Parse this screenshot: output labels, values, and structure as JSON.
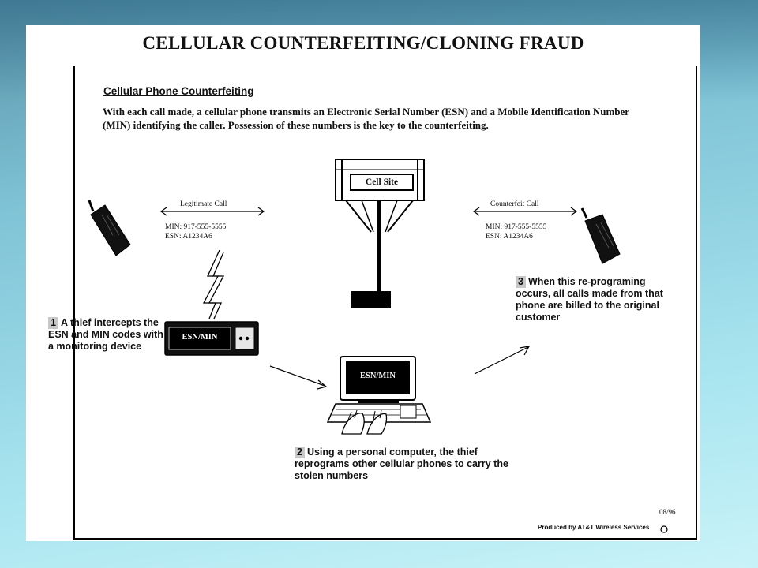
{
  "document": {
    "title": "CELLULAR COUNTERFEITING/CLONING FRAUD",
    "subtitle": "Cellular Phone Counterfeiting",
    "intro": "With each call made, a cellular phone transmits an Electronic Serial Number (ESN) and a Mobile Identification Number (MIN) identifying the caller. Possession of these numbers is the key to the counterfeiting."
  },
  "diagram": {
    "cell_site_label": "Cell Site",
    "legit_call": {
      "label": "Legitimate Call",
      "min": "MIN: 917-555-5555",
      "esn": "ESN: A1234A6"
    },
    "counterfeit_call": {
      "label": "Counterfeit Call",
      "min": "MIN: 917-555-5555",
      "esn": "ESN: A1234A6"
    },
    "device_screen": "ESN/MIN",
    "computer_screen": "ESN/MIN"
  },
  "steps": [
    {
      "number": "1",
      "text": "A thief intercepts the ESN and MIN codes with a monitoring device"
    },
    {
      "number": "2",
      "text": "Using a personal computer, the thief reprograms other cellular phones to carry the stolen numbers"
    },
    {
      "number": "3",
      "text": "When this re-programing occurs, all calls made from that phone are billed to the original customer"
    }
  ],
  "footer": {
    "date": "08/96",
    "producer": "Produced by AT&T Wireless Services"
  }
}
